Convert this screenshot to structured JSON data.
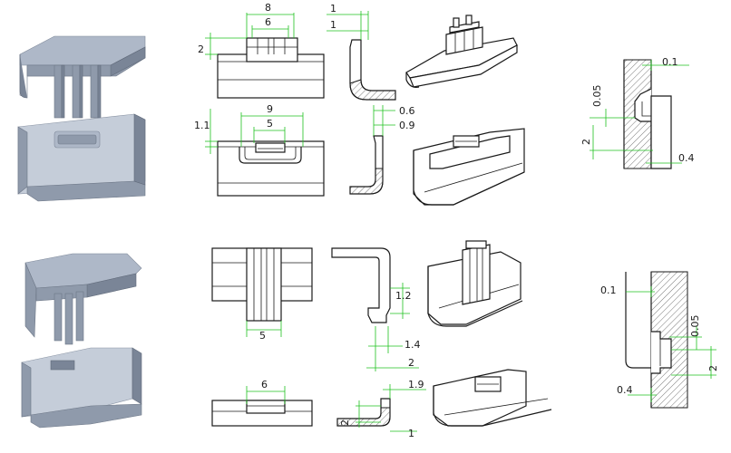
{
  "dimensions": {
    "r1_width_top": "8",
    "r1_width_inner": "6",
    "r1_height": "2",
    "r1_side_a": "1",
    "r1_side_b": "1",
    "r2_width_top": "9",
    "r2_width_inner": "5",
    "r2_height": "1.1",
    "r2_side_a": "0.6",
    "r2_side_b": "0.9",
    "detail_top_gap": "0.1",
    "detail_top_vert": "0.05",
    "detail_top_height": "2",
    "detail_top_bottom": "0.4",
    "r3_width": "5",
    "r3_side_1": "1.2",
    "r3_side_2": "1.4",
    "r3_side_3": "2",
    "r4_width": "6",
    "r4_side_top": "1.9",
    "r4_side_height": "2",
    "r4_side_bottom": "1",
    "detail_bot_gap": "0.1",
    "detail_bot_vert": "0.05",
    "detail_bot_height": "2",
    "detail_bot_bottom": "0.4"
  },
  "colors": {
    "dimension_line": "#1fc21f",
    "part_shade": "#8f9aab",
    "outline": "#1a1a1a"
  }
}
